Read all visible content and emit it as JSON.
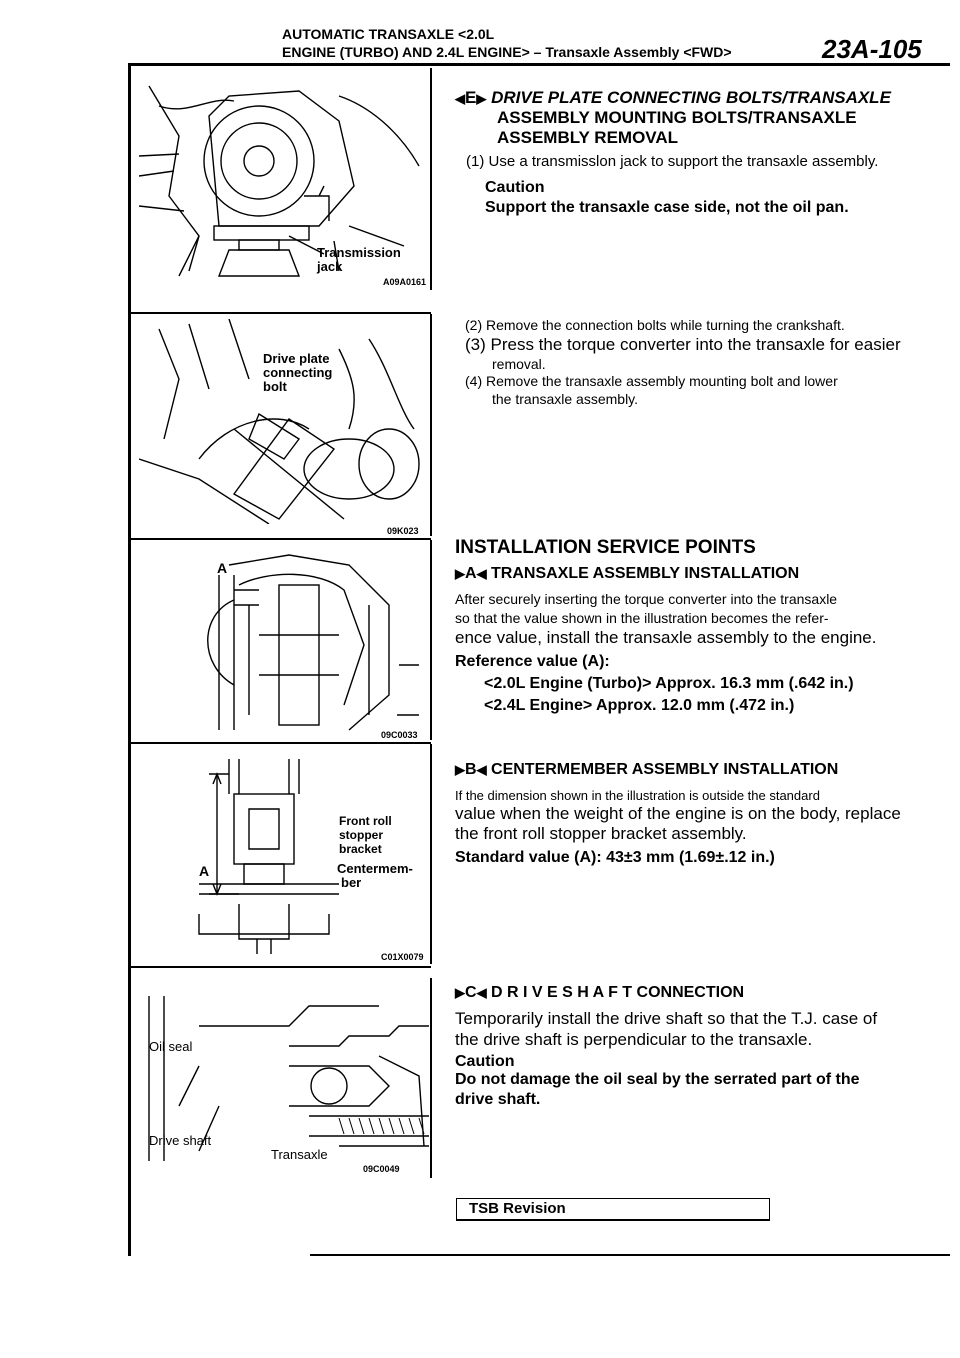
{
  "header": {
    "line1": "AUTOMATIC TRANSAXLE <2.0L",
    "line2": "ENGINE (TURBO) AND 2.4L ENGINE> – Transaxle Assembly <FWD>",
    "page_number": "23A-105"
  },
  "figures": [
    {
      "id": "A09A0161",
      "labels": [
        "Transmission",
        "jack"
      ]
    },
    {
      "id": "09K023",
      "labels": [
        "Drive plate",
        "connecting",
        "bolt"
      ]
    },
    {
      "id": "09C0033",
      "labels": [
        "A"
      ]
    },
    {
      "id": "C01X0079",
      "labels": [
        "Front roll",
        "stopper",
        "bracket",
        "Centermem-",
        "ber",
        "A"
      ]
    },
    {
      "id": "09C0049",
      "labels": [
        "Oil seal",
        "Drive shaft",
        "Transaxle"
      ]
    }
  ],
  "removal": {
    "marker": "E",
    "heading_l1": "DRIVE PLATE CONNECTING BOLTS/TRANSAXLE",
    "heading_l2": "ASSEMBLY MOUNTING BOLTS/TRANSAXLE",
    "heading_l3": "ASSEMBLY REMOVAL",
    "step1": "(1) Use a transmisslon jack to support the transaxle assembly.",
    "caution_label": "Caution",
    "caution_text": "Support the transaxle case side, not the oil pan.",
    "step2": "(2) Remove the connection bolts while turning the crankshaft.",
    "step3_l1": "(3) Press the torque converter into the transaxle for easier",
    "step3_l2": "removal.",
    "step4_l1": "(4) Remove the transaxle assembly mounting bolt and lower",
    "step4_l2": "the transaxle assembly."
  },
  "installation": {
    "title": "INSTALLATION SERVICE POINTS",
    "a": {
      "marker": "A",
      "heading": "TRANSAXLE ASSEMBLY INSTALLATION",
      "p1": "After securely inserting the torque converter into the transaxle",
      "p2": "so that the value shown in the illustration becomes the refer-",
      "p3": "ence value, install the transaxle assembly to the engine.",
      "ref_label": "Reference value (A):",
      "ref1": "<2.0L Engine (Turbo)> Approx. 16.3 mm (.642 in.)",
      "ref2": "<2.4L Engine> Approx. 12.0 mm (.472 in.)"
    },
    "b": {
      "marker": "B",
      "heading": "CENTERMEMBER ASSEMBLY INSTALLATION",
      "p1": "If the dimension shown in the illustration is outside the standard",
      "p2": "value when the weight of the engine is on the body, replace",
      "p3": "the front roll stopper bracket assembly.",
      "std": "Standard value (A): 43±3 mm (1.69±.12 in.)"
    },
    "c": {
      "marker": "C",
      "heading": "D R I V E  S H A F T  CONNECTION",
      "p1": "Temporarily install the drive shaft so that the T.J. case of",
      "p2": "the drive shaft is perpendicular to the transaxle.",
      "caution_label": "Caution",
      "caution_l1": "Do not damage the oil seal by the serrated part of the",
      "caution_l2": "drive shaft."
    }
  },
  "footer": {
    "tsb": "TSB Revision"
  }
}
